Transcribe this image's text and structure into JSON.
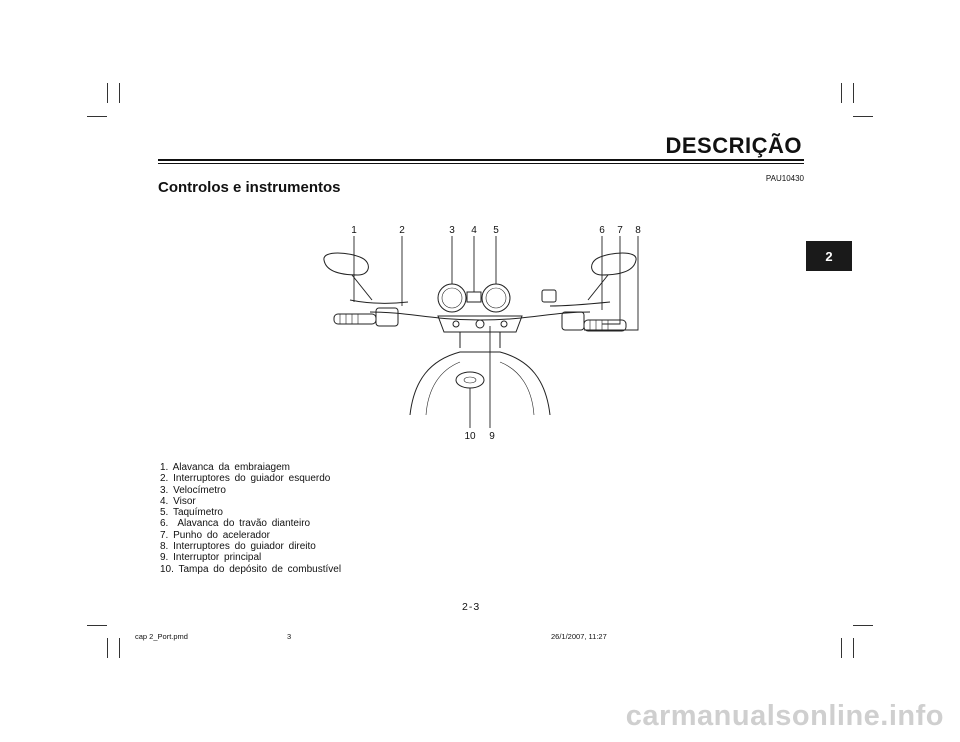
{
  "header": {
    "chapter_title": "DESCRIÇÃO",
    "doc_code": "PAU10430",
    "chapter_tab": "2"
  },
  "section_title": "Controlos e instrumentos",
  "figure": {
    "callouts": [
      "1",
      "2",
      "3",
      "4",
      "5",
      "6",
      "7",
      "8",
      "9",
      "10"
    ]
  },
  "legend": [
    "1. Alavanca da embraiagem",
    "2. Interruptores do guiador esquerdo",
    "3. Velocímetro",
    "4. Visor",
    "5. Taquímetro",
    "6.  Alavanca do travão dianteiro",
    "7. Punho do acelerador",
    "8. Interruptores do guiador direito",
    "9. Interruptor principal",
    "10. Tampa do depósito de combustível"
  ],
  "page_number": "2-3",
  "footer": {
    "file": "cap 2_Port.pmd",
    "sheet": "3",
    "datetime": "26/1/2007, 11:27"
  },
  "watermark": "carmanualsonline.info"
}
